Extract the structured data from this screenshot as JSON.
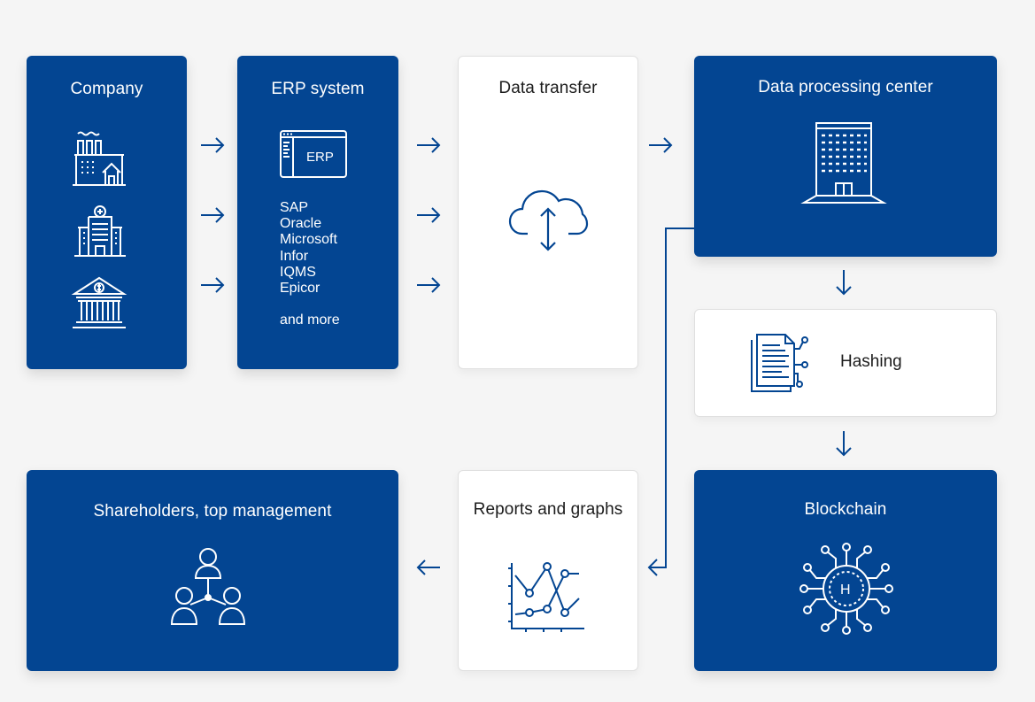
{
  "company": {
    "title": "Company"
  },
  "erp": {
    "title": "ERP system",
    "screen_label": "ERP",
    "systems": [
      "SAP",
      "Oracle",
      "Microsoft",
      "Infor",
      "IQMS",
      "Epicor"
    ],
    "more": "and more"
  },
  "data_transfer": {
    "title": "Data transfer"
  },
  "processing": {
    "title": "Data processing center"
  },
  "hashing": {
    "title": "Hashing"
  },
  "blockchain": {
    "title": "Blockchain",
    "hash_symbol": "H"
  },
  "reports": {
    "title": "Reports and graphs"
  },
  "shareholders": {
    "title": "Shareholders, top management"
  },
  "colors": {
    "primary_blue": "#034592",
    "background": "#f5f5f5",
    "card_white": "#ffffff"
  },
  "icons": [
    "factory-icon",
    "hospital-icon",
    "bank-icon",
    "erp-screen-icon",
    "cloud-transfer-icon",
    "office-building-icon",
    "document-hash-icon",
    "blockchain-chip-icon",
    "line-chart-icon",
    "team-hierarchy-icon",
    "arrow-right-icon",
    "arrow-down-icon",
    "arrow-left-icon"
  ]
}
